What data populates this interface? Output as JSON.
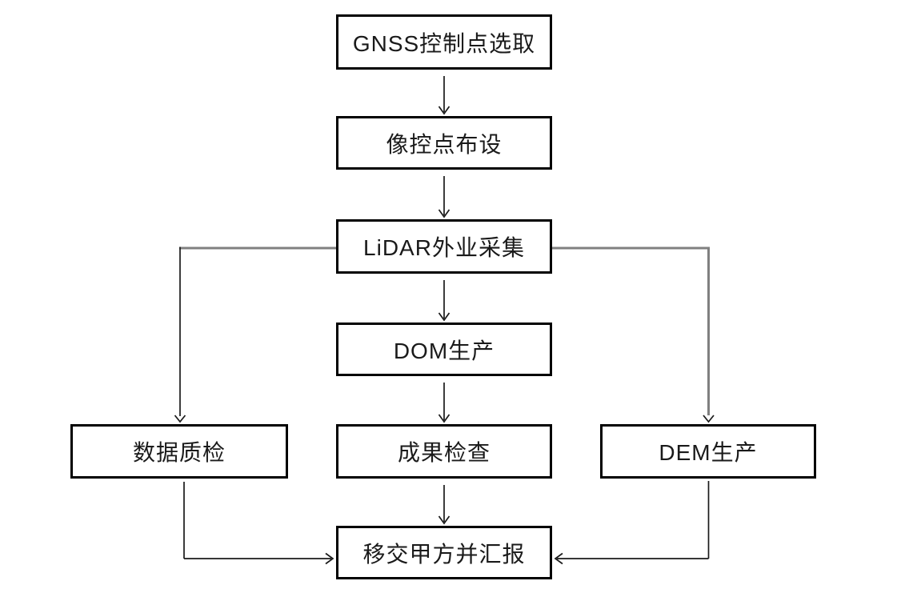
{
  "diagram": {
    "type": "flowchart",
    "background": "#ffffff",
    "colors": {
      "box_border": "#000000",
      "box_fill": "#ffffff",
      "text": "#1a1a1a",
      "connector_black": "#1a1a1a",
      "connector_gray": "#808080"
    },
    "nodes": [
      {
        "id": "gnss",
        "label": "GNSS控制点选取"
      },
      {
        "id": "imgctrl",
        "label": "像控点布设"
      },
      {
        "id": "lidar",
        "label": "LiDAR外业采集"
      },
      {
        "id": "dom",
        "label": "DOM生产"
      },
      {
        "id": "data-qc",
        "label": "数据质检"
      },
      {
        "id": "result-check",
        "label": "成果检查"
      },
      {
        "id": "dem",
        "label": "DEM生产"
      },
      {
        "id": "handover",
        "label": "移交甲方并汇报"
      }
    ],
    "edges": [
      {
        "from": "GNSS控制点选取",
        "to": "像控点布设"
      },
      {
        "from": "像控点布设",
        "to": "LiDAR外业采集"
      },
      {
        "from": "LiDAR外业采集",
        "to": "DOM生产"
      },
      {
        "from": "LiDAR外业采集",
        "to": "数据质检"
      },
      {
        "from": "LiDAR外业采集",
        "to": "DEM生产"
      },
      {
        "from": "DOM生产",
        "to": "成果检查"
      },
      {
        "from": "成果检查",
        "to": "移交甲方并汇报"
      },
      {
        "from": "数据质检",
        "to": "移交甲方并汇报"
      },
      {
        "from": "DEM生产",
        "to": "移交甲方并汇报"
      }
    ]
  }
}
